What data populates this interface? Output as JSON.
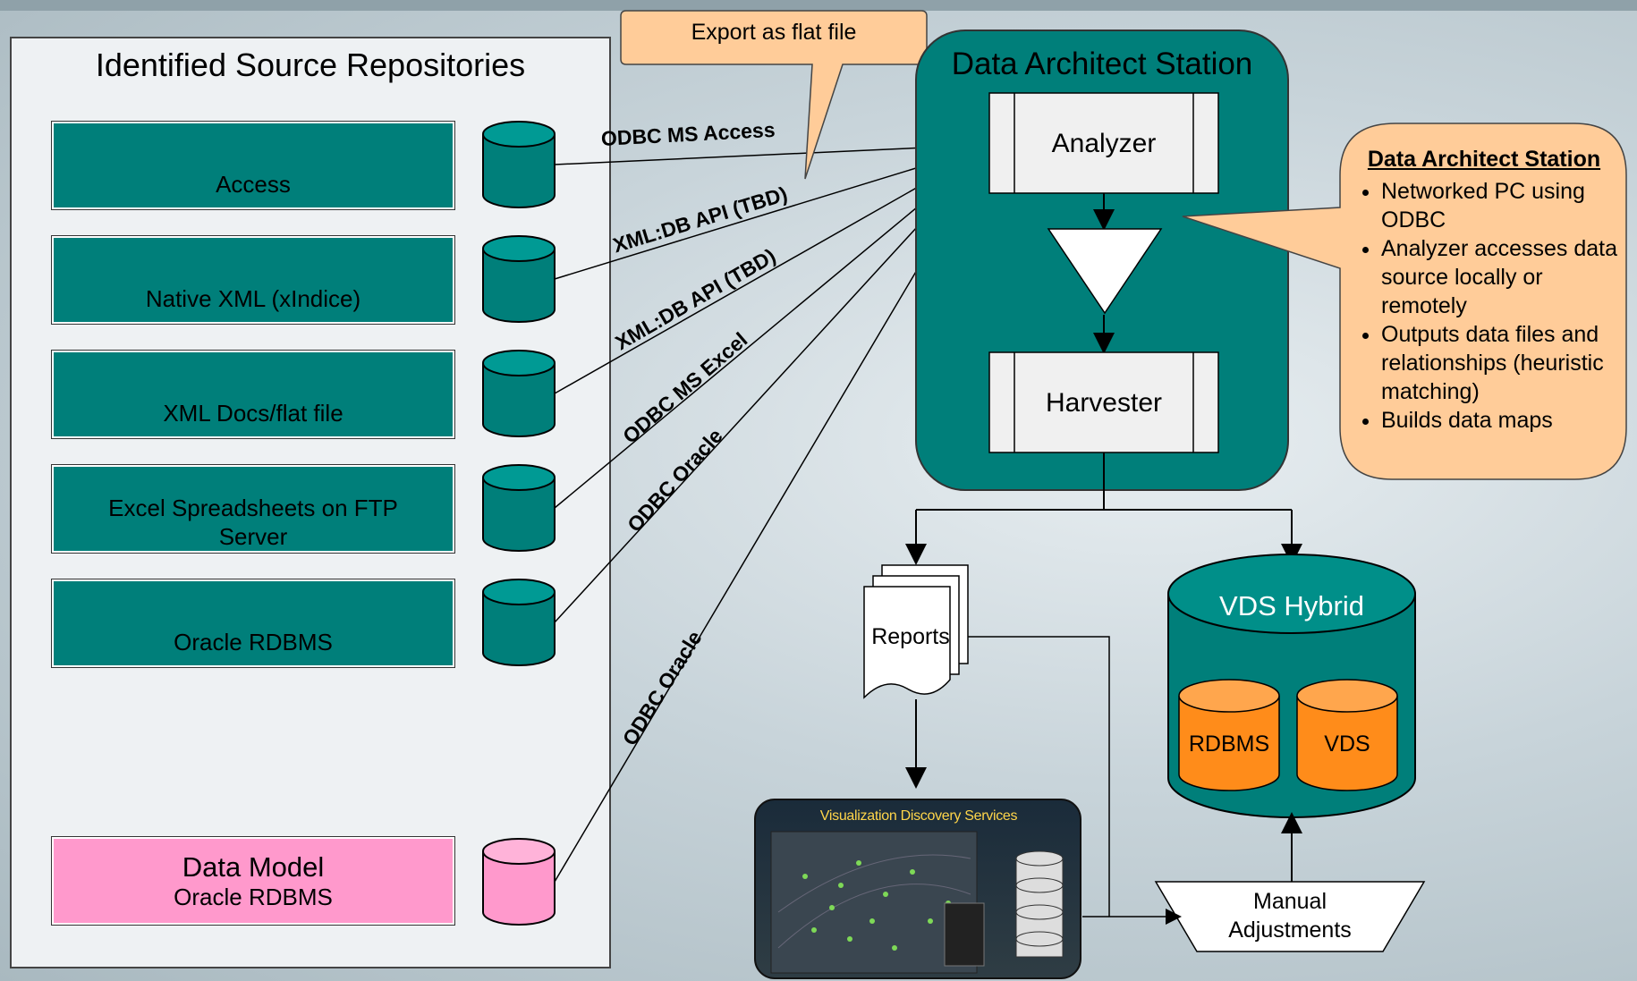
{
  "panel": {
    "title": "Identified Source Repositories",
    "repositories": [
      {
        "label": "Access"
      },
      {
        "label": "Native XML (xIndice)"
      },
      {
        "label": "XML Docs/flat file"
      },
      {
        "label": "Excel Spreadsheets on FTP Server"
      },
      {
        "label": "Oracle RDBMS"
      }
    ],
    "data_model": {
      "title": "Data Model",
      "subtitle": "Oracle RDBMS"
    }
  },
  "connections": [
    "ODBC MS Access",
    "XML:DB API (TBD)",
    "XML:DB API (TBD)",
    "ODBC MS Excel",
    "ODBC Oracle",
    "ODBC Oracle"
  ],
  "export_callout": "Export as flat file",
  "station": {
    "title": "Data Architect Station",
    "analyzer": "Analyzer",
    "harvester": "Harvester"
  },
  "info_callout": {
    "title": "Data Architect Station",
    "bullets": [
      "Networked PC using ODBC",
      "Analyzer accesses data source locally or remotely",
      "Outputs data files and relationships (heuristic matching)",
      "Builds data maps"
    ]
  },
  "reports": "Reports",
  "vds_hybrid": {
    "title": "VDS Hybrid",
    "inner_left": "RDBMS",
    "inner_right": "VDS"
  },
  "visualization": {
    "title": "Visualization Discovery Services"
  },
  "manual_adjustments": "Manual Adjustments",
  "colors": {
    "teal": "#007f7a",
    "pink": "#ff99cc",
    "orange": "#ff8c1a",
    "callout": "#ffcc99"
  }
}
